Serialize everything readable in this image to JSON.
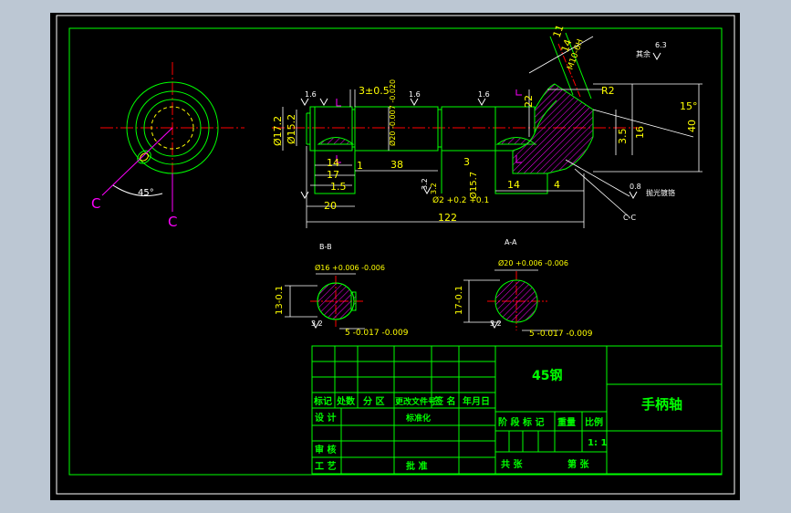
{
  "colors": {
    "background": "#000000",
    "frame": "#ffffff",
    "geometry": "#00ff00",
    "dimension": "#ffffff",
    "dimension_text": "#ffff00",
    "centerline": "#ff0000",
    "section_line": "#ff00ff",
    "hatch": "#ff00ff",
    "window": "#bcc7d3"
  },
  "title_block": {
    "material": "45钢",
    "part_name": "手柄轴",
    "change_headers": [
      "标记",
      "处数",
      "分 区",
      "更改文件号",
      "签 名",
      "年月日"
    ],
    "design": "设 计",
    "standardize": "标准化",
    "stage_mark": "阶 段 标 记",
    "weight": "重量",
    "scale_label": "比例",
    "scale_value": "1: 1",
    "review": "审 核",
    "process": "工 艺",
    "approve": "批 准",
    "total_sheets": "共 张",
    "sheet_no": "第 张"
  },
  "views": {
    "section_b": "B-B",
    "section_a": "A-A",
    "section_c_label": "C",
    "section_c_view": "C-C",
    "angle_45": "45°"
  },
  "dims": {
    "d17_2": "Ø17.2",
    "d15_2": "Ø15.2",
    "rough_16": "1.6",
    "rough_63": "6.3",
    "len_3pm": "3±0.5",
    "d_shaft": "Ø20 -0.007 -0.020",
    "len_14": "14",
    "len_17": "17",
    "len_1_5": "1.5",
    "len_1": "1",
    "len_38": "38",
    "len_3": "3",
    "len_3_2": "3.2",
    "d_relief": "Ø2 +0.2 +0.1",
    "d15_7": "Ø15.7",
    "len_14b": "14",
    "len_4": "4",
    "len_20": "20",
    "len_122": "122",
    "len_11": "11",
    "len_14c": "14",
    "thread": "M10-6H",
    "r2": "R2",
    "len_22": "22",
    "deg_15": "15°",
    "len_40": "40",
    "len_3_5": "3.5",
    "len_16": "16",
    "rough_0_8": "0.8",
    "note_polish": "抛光镀铬",
    "others_rough": "其余",
    "bb_dia": "Ø16 +0.006 -0.006",
    "bb_13": "13-0.1",
    "bb_5": "5 -0.017 -0.009",
    "aa_dia": "Ø20 +0.006 -0.006",
    "aa_17": "17-0.1",
    "aa_5": "5 -0.017 -0.009"
  }
}
